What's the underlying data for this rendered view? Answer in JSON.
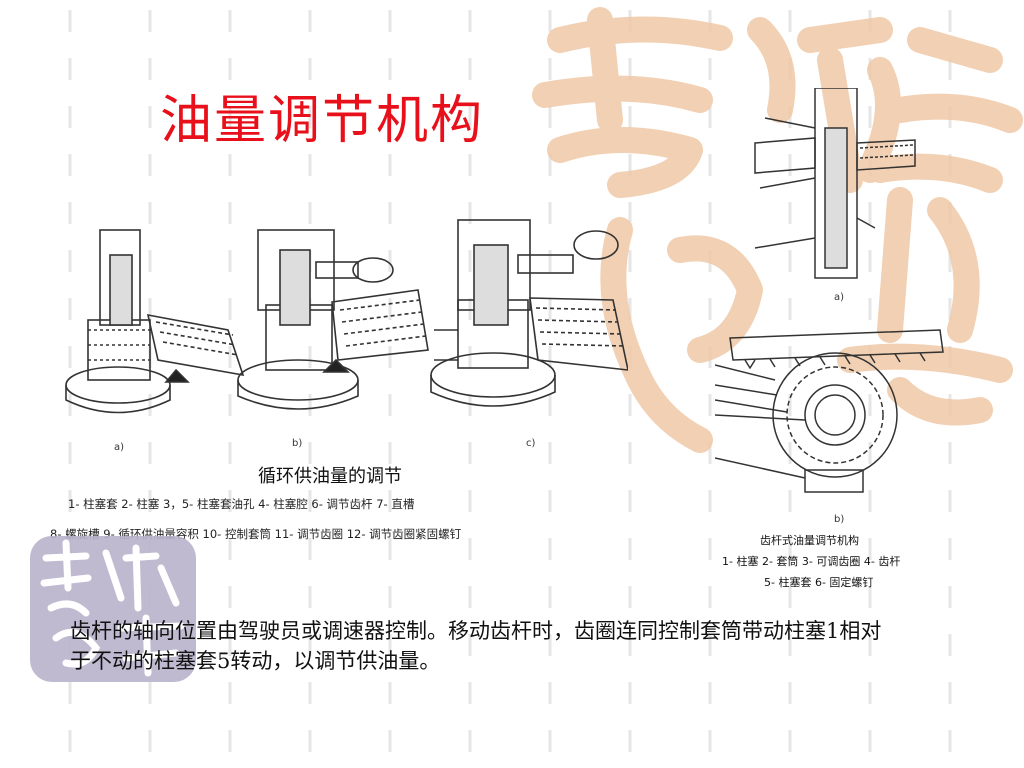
{
  "slide": {
    "title": "油量调节机构",
    "figure_main": {
      "caption": "循环供油量的调节",
      "labels": [
        "a)",
        "b)",
        "c)"
      ],
      "legend_line1": "1- 柱塞套 2- 柱塞  3，5- 柱塞套油孔 4- 柱塞腔 6- 调节齿杆 7- 直槽",
      "legend_line2": "8- 螺旋槽 9- 循环供油量容积 10- 控制套筒 11- 调节齿圈 12- 调节齿圈紧固螺钉"
    },
    "figure_right": {
      "label_a": "a)",
      "label_b": "b)",
      "caption": "齿杆式油量调节机构",
      "legend_line1": "1- 柱塞 2- 套筒 3- 可调齿圈 4- 齿杆",
      "legend_line2": "5- 柱塞套 6- 固定螺钉"
    },
    "body_text": "齿杆的轴向位置由驾驶员或调速器控制。移动齿杆时，齿圈连同控制套筒带动柱塞1相对于不动的柱塞套5转动，以调节供油量。",
    "colors": {
      "title": "#e8101a",
      "watermark": "#f0c8a6",
      "seal": "#b9b3cc",
      "background_marks": "#e6e6e6"
    }
  }
}
